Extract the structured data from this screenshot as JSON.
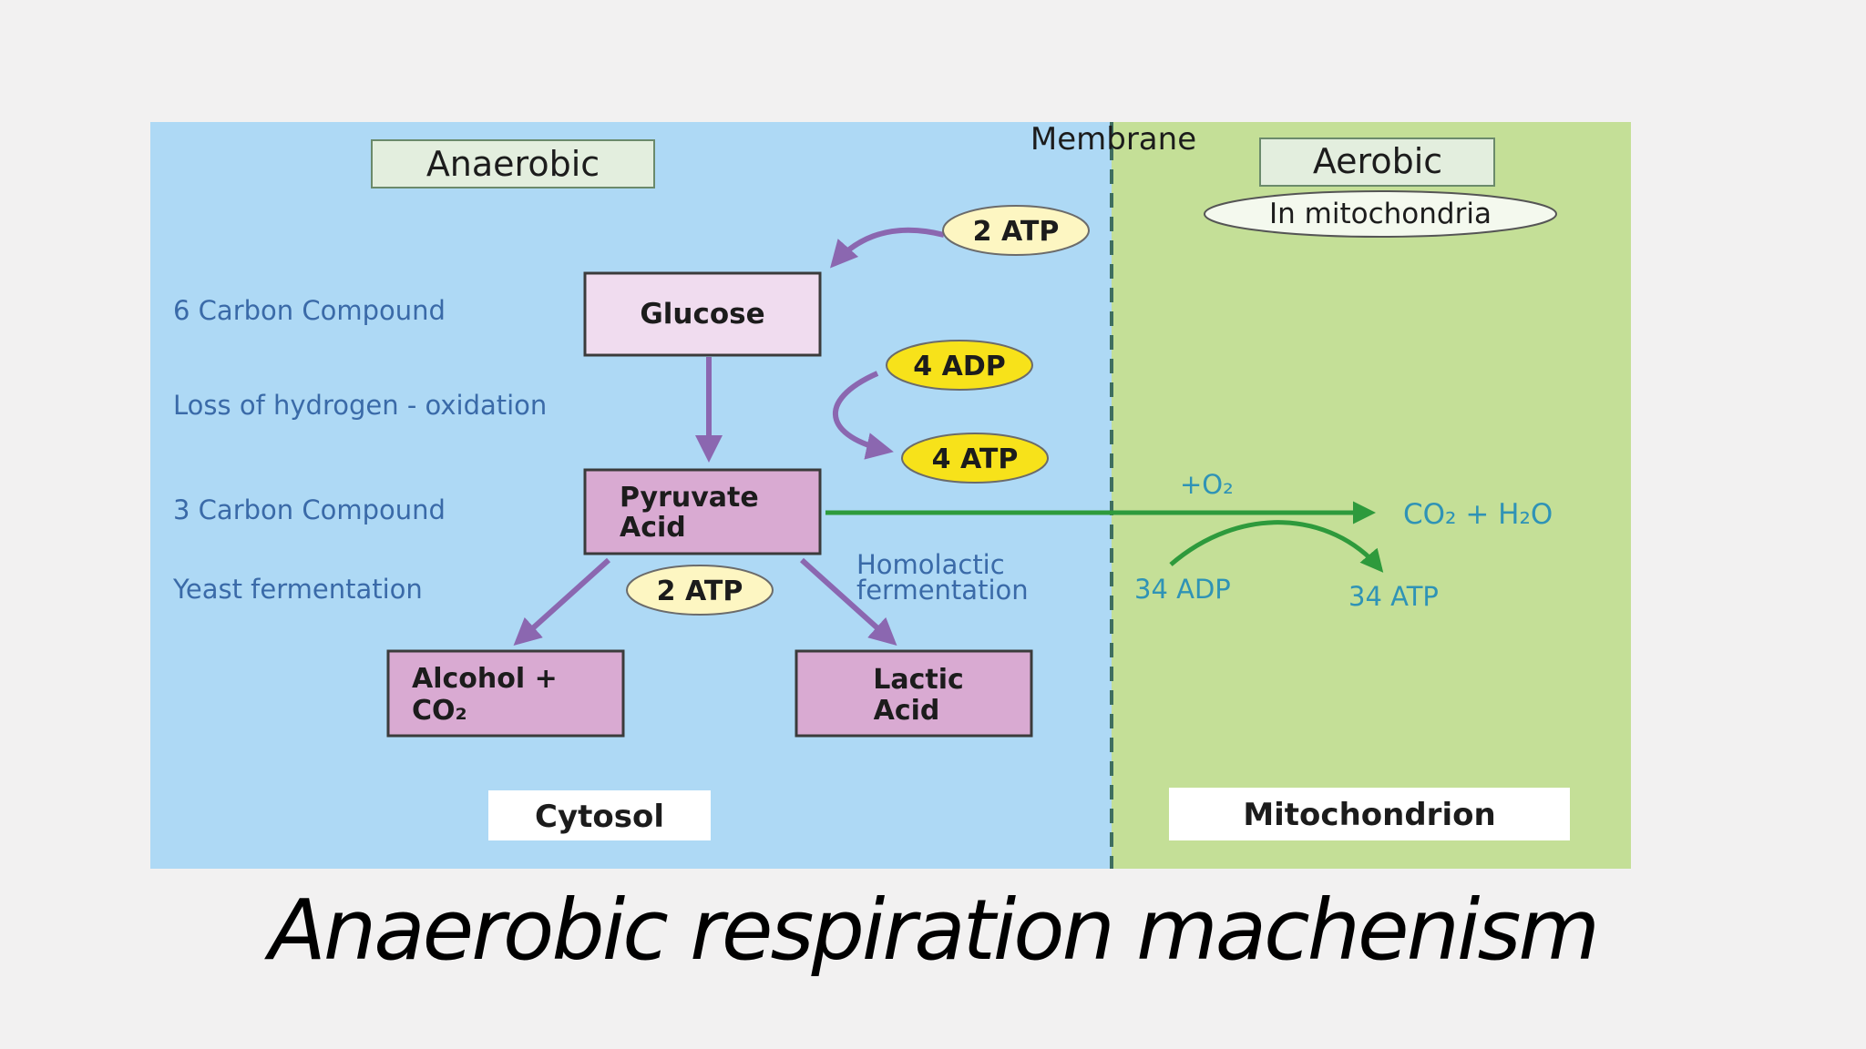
{
  "colors": {
    "cytosol_bg": "#aed9f5",
    "mito_bg": "#c4df97",
    "box_fill_light": "#f0dcef",
    "box_fill_dark": "#d9aad2",
    "purple_arrow": "#8b67b0",
    "green_arrow": "#2e9a3c",
    "teal_text": "#2f93b6",
    "blue_text": "#3a6aa8",
    "bubble_pale": "#fdf6c2",
    "bubble_yellow": "#f7e21a"
  },
  "regions": {
    "anaerobic_label": "Anaerobic",
    "aerobic_label": "Aerobic",
    "in_mitochondria": "In mitochondria",
    "membrane_label": "Membrane",
    "cytosol_label": "Cytosol",
    "mitochondrion_label": "Mitochondrion"
  },
  "side_labels": {
    "six_carbon": "6 Carbon Compound",
    "loss_hydrogen": "Loss of hydrogen - oxidation",
    "three_carbon": "3 Carbon Compound",
    "yeast_fermentation": "Yeast fermentation",
    "homolactic_line1": "Homolactic",
    "homolactic_line2": "fermentation"
  },
  "boxes": {
    "glucose": "Glucose",
    "pyruvate_line1": "Pyruvate",
    "pyruvate_line2": "Acid",
    "alcohol_line1": "Alcohol +",
    "alcohol_line2": "CO₂",
    "lactic_line1": "Lactic",
    "lactic_line2": "Acid"
  },
  "bubbles": {
    "atp_in": "2 ATP",
    "adp_4": "4 ADP",
    "atp_4": "4 ATP",
    "atp_net": "2 ATP"
  },
  "aerobic_side": {
    "plus_o2": "+O₂",
    "co2_h2o": "CO₂ + H₂O",
    "adp_34": "34 ADP",
    "atp_34": "34 ATP"
  },
  "caption": "Anaerobic respiration machenism"
}
